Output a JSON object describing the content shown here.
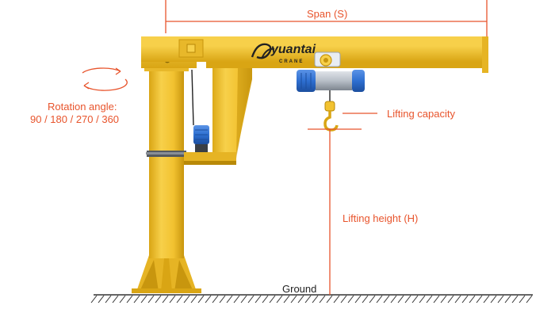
{
  "labels": {
    "span": "Span (S)",
    "rotation_angle": "Rotation angle:",
    "rotation_values": "90 / 180 / 270 / 360",
    "lifting_capacity": "Lifting capacity",
    "lifting_height": "Lifting height (H)",
    "ground": "Ground"
  },
  "brand": {
    "name": "yuantai",
    "sub": "CRANE"
  },
  "colors": {
    "crane_body": "#f2c230",
    "crane_shade": "#d9a514",
    "hoist_blue": "#2e6fd1",
    "annotation": "#e8542c",
    "ground": "#333333"
  },
  "icons": {
    "rotation": "rotation-arrows-icon",
    "hook": "crane-hook-icon",
    "motor": "slewing-motor-icon"
  }
}
